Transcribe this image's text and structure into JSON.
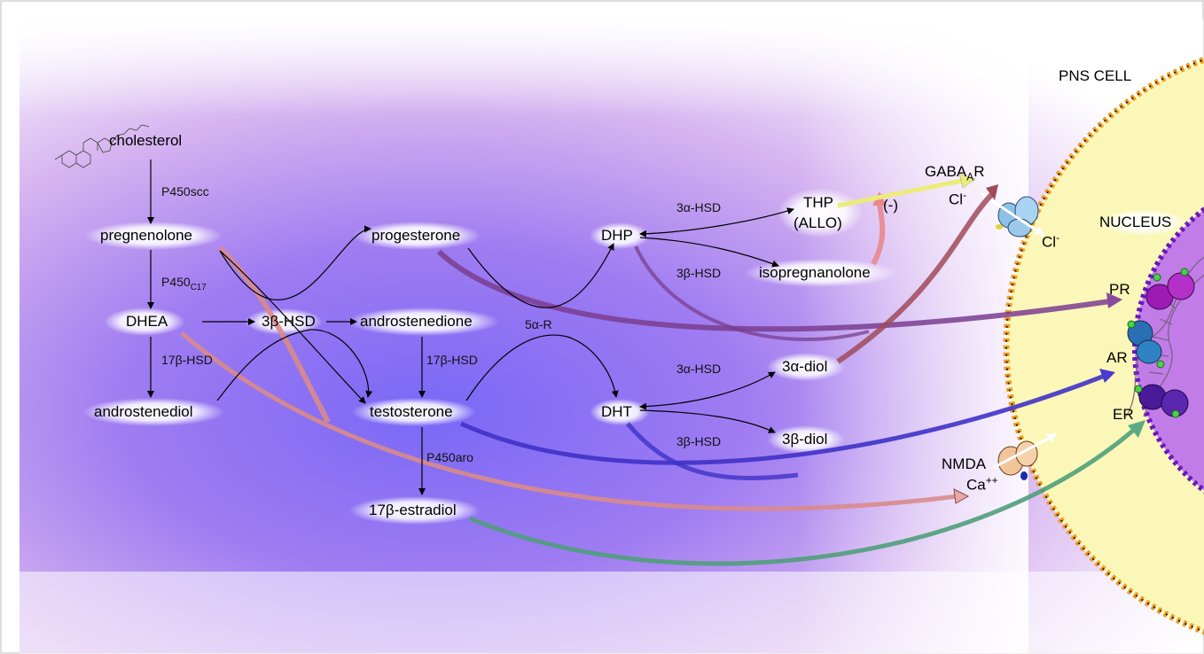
{
  "molecules": {
    "cholesterol": "cholesterol",
    "pregnenolone": "pregnenolone",
    "dhea": "DHEA",
    "androstenediol": "androstenediol",
    "beta_hsd_center": "3β-HSD",
    "androstenedione": "androstenedione",
    "progesterone": "progesterone",
    "testosterone": "testosterone",
    "estradiol": "17β-estradiol",
    "dhp": "DHP",
    "dht": "DHT",
    "thp": "THP",
    "allo": "(ALLO)",
    "isopregnanolone": "isopregnanolone",
    "alpha_diol": "3α-diol",
    "beta_diol": "3β-diol"
  },
  "enzymes": {
    "p450scc": "P450scc",
    "p450c17_main": "P450",
    "p450c17_sub": "C17",
    "hsd17_left": "17β-HSD",
    "hsd17_mid": "17β-HSD",
    "p450aro": "P450aro",
    "r5a": "5α-R",
    "a_hsd_top": "3α-HSD",
    "b_hsd_top": "3β-HSD",
    "a_hsd_bottom": "3α-HSD",
    "b_hsd_bottom": "3β-HSD",
    "inhibition": "(-)"
  },
  "receptors": {
    "gaba_main": "GABA",
    "gaba_sub": "A",
    "gaba_end": "R",
    "cl_in": "Cl",
    "cl_out": "Cl",
    "cl_charge": "-",
    "nmda": "NMDA",
    "ca": "Ca",
    "ca_charge": "++",
    "pr": "PR",
    "ar": "AR",
    "er": "ER"
  },
  "cell": {
    "pns_cell": "PNS CELL",
    "nucleus": "NUCLEUS"
  },
  "colors": {
    "background_purple": "#9c7cf2",
    "background_pink": "#d9a8ee",
    "cell_fill": "#fbf7b8",
    "cell_border": "#f39c1e",
    "nucleus_fill": "#c27ce8",
    "nucleus_border": "#6a16c0",
    "arrow_pink": "#d98b8b",
    "arrow_purple": "#7a3d8f",
    "arrow_blue": "#3f32c8",
    "arrow_green": "#4f9f7a",
    "arrow_yellow": "#ecec78",
    "arrow_darkred": "#a04a5a"
  }
}
